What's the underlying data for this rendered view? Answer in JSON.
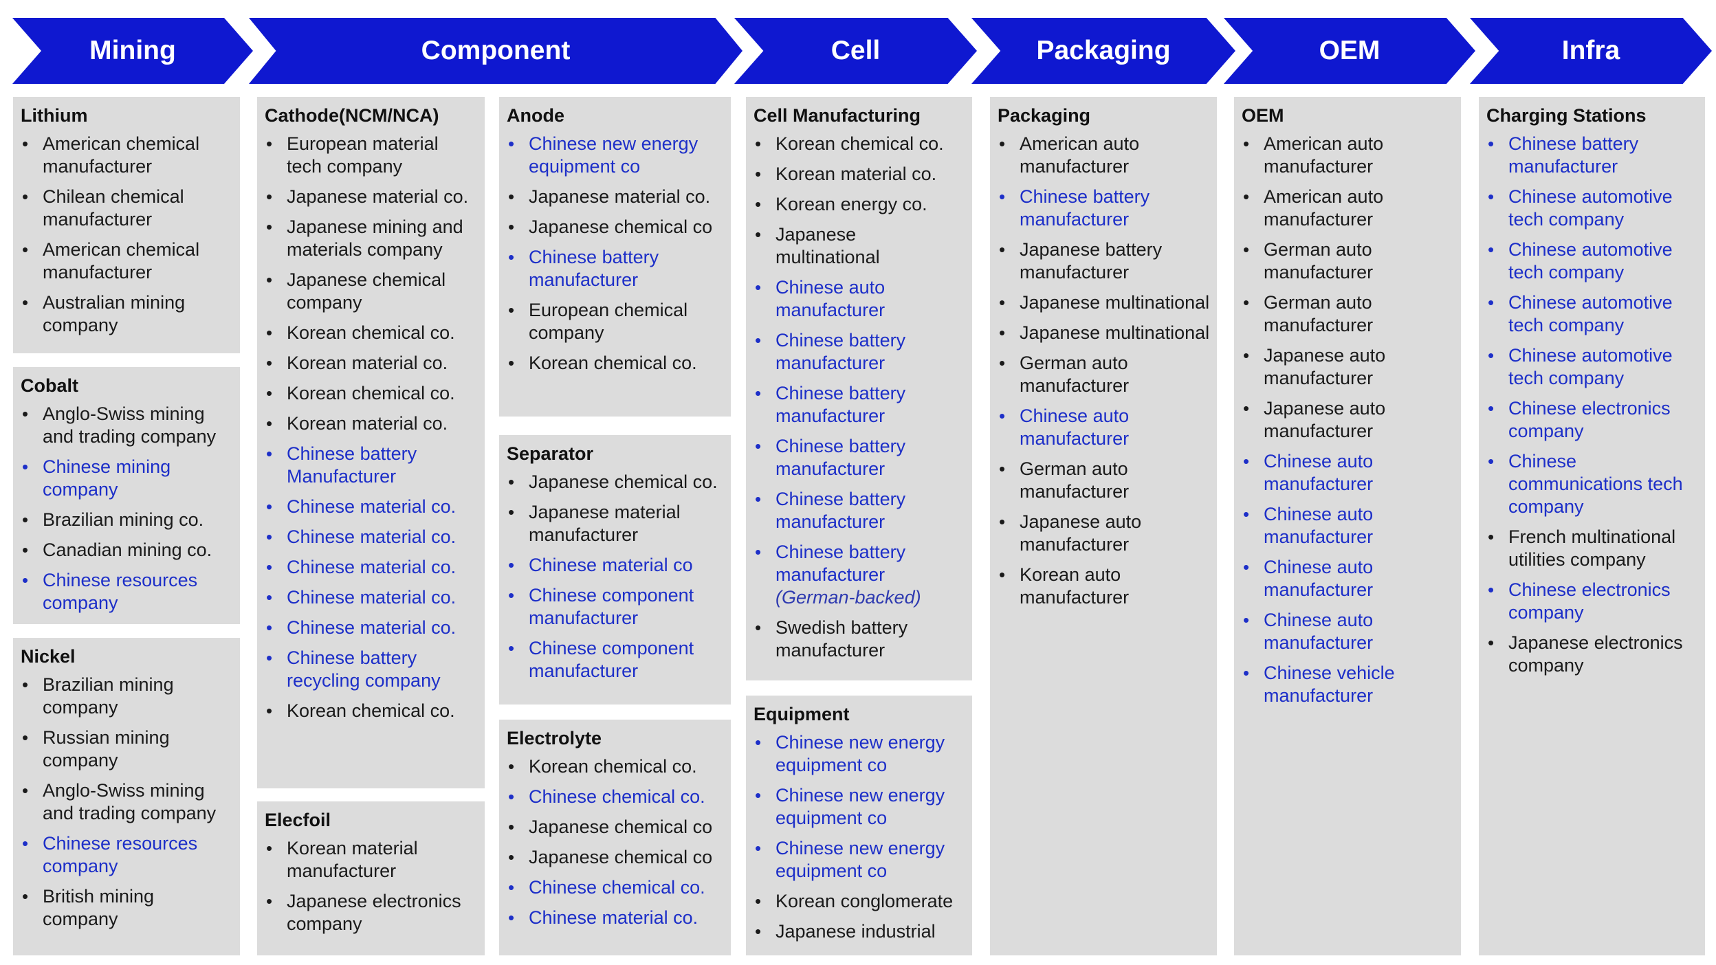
{
  "stages": [
    "Mining",
    "Component",
    "Cell",
    "Packaging",
    "OEM",
    "Infra"
  ],
  "colors": {
    "arrow": "#0f18d0",
    "box": "#dcdcdc",
    "chinese_text": "#1d2fc8",
    "text": "#1a1a1a"
  },
  "sections": [
    {
      "key": "lithium",
      "title": "Lithium",
      "items": [
        {
          "text": "American chemical manufacturer"
        },
        {
          "text": "Chilean chemical manufacturer"
        },
        {
          "text": "American chemical manufacturer"
        },
        {
          "text": "Australian mining company"
        }
      ]
    },
    {
      "key": "cobalt",
      "title": "Cobalt",
      "items": [
        {
          "text": "Anglo-Swiss mining and trading company"
        },
        {
          "text": "Chinese mining company",
          "cn": true
        },
        {
          "text": "Brazilian mining co."
        },
        {
          "text": "Canadian mining co."
        },
        {
          "text": "Chinese resources company",
          "cn": true
        }
      ]
    },
    {
      "key": "nickel",
      "title": "Nickel",
      "items": [
        {
          "text": "Brazilian mining company"
        },
        {
          "text": "Russian mining company"
        },
        {
          "text": "Anglo-Swiss mining and trading company"
        },
        {
          "text": "Chinese resources company",
          "cn": true
        },
        {
          "text": "British mining company"
        }
      ]
    },
    {
      "key": "cathode",
      "title": "Cathode(NCM/NCA)",
      "items": [
        {
          "text": "European material tech company"
        },
        {
          "text": "Japanese material co."
        },
        {
          "text": "Japanese mining and materials company"
        },
        {
          "text": "Japanese chemical company"
        },
        {
          "text": "Korean chemical co."
        },
        {
          "text": "Korean material co."
        },
        {
          "text": "Korean chemical co."
        },
        {
          "text": "Korean material co."
        },
        {
          "text": "Chinese battery Manufacturer",
          "cn": true
        },
        {
          "text": "Chinese material co.",
          "cn": true
        },
        {
          "text": "Chinese material co.",
          "cn": true
        },
        {
          "text": "Chinese material co.",
          "cn": true
        },
        {
          "text": "Chinese material co.",
          "cn": true
        },
        {
          "text": "Chinese material co.",
          "cn": true
        },
        {
          "text": "Chinese battery recycling company",
          "cn": true
        },
        {
          "text": "Korean chemical co."
        }
      ]
    },
    {
      "key": "elecfoil",
      "title": "Elecfoil",
      "items": [
        {
          "text": "Korean material manufacturer"
        },
        {
          "text": "Japanese electronics company"
        }
      ]
    },
    {
      "key": "anode",
      "title": "Anode",
      "items": [
        {
          "text": "Chinese new energy equipment co",
          "cn": true
        },
        {
          "text": "Japanese material co."
        },
        {
          "text": "Japanese chemical co"
        },
        {
          "text": "Chinese battery manufacturer",
          "cn": true
        },
        {
          "text": "European chemical company"
        },
        {
          "text": "Korean chemical co."
        }
      ]
    },
    {
      "key": "separator",
      "title": "Separator",
      "items": [
        {
          "text": "Japanese chemical co."
        },
        {
          "text": "Japanese material manufacturer"
        },
        {
          "text": "Chinese material co",
          "cn": true
        },
        {
          "text": "Chinese component manufacturer",
          "cn": true
        },
        {
          "text": "Chinese component manufacturer",
          "cn": true
        }
      ]
    },
    {
      "key": "electrolyte",
      "title": "Electrolyte",
      "items": [
        {
          "text": "Korean chemical co."
        },
        {
          "text": "Chinese chemical co.",
          "cn": true
        },
        {
          "text": "Japanese chemical co"
        },
        {
          "text": "Japanese chemical co"
        },
        {
          "text": "Chinese chemical co.",
          "cn": true
        },
        {
          "text": "Chinese material co.",
          "cn": true
        }
      ]
    },
    {
      "key": "cell_mfg",
      "title": "Cell Manufacturing",
      "items": [
        {
          "text": "Korean chemical co."
        },
        {
          "text": "Korean material co."
        },
        {
          "text": "Korean energy co."
        },
        {
          "text": "Japanese multinational"
        },
        {
          "text": "Chinese auto manufacturer",
          "cn": true
        },
        {
          "text": "Chinese battery manufacturer",
          "cn": true
        },
        {
          "text": "Chinese battery manufacturer",
          "cn": true
        },
        {
          "text": "Chinese battery manufacturer",
          "cn": true
        },
        {
          "text": "Chinese battery manufacturer",
          "cn": true
        },
        {
          "text": "Chinese battery manufacturer",
          "cn": true,
          "note": "(German-backed)"
        },
        {
          "text": "Swedish battery manufacturer"
        }
      ]
    },
    {
      "key": "equipment",
      "title": "Equipment",
      "items": [
        {
          "text": "Chinese new energy equipment co",
          "cn": true
        },
        {
          "text": "Chinese new energy equipment co",
          "cn": true
        },
        {
          "text": "Chinese new energy equipment co",
          "cn": true
        },
        {
          "text": "Korean conglomerate"
        },
        {
          "text": "Japanese industrial"
        }
      ]
    },
    {
      "key": "packaging",
      "title": "Packaging",
      "items": [
        {
          "text": "American auto manufacturer"
        },
        {
          "text": "Chinese battery manufacturer",
          "cn": true
        },
        {
          "text": "Japanese battery manufacturer"
        },
        {
          "text": "Japanese multinational"
        },
        {
          "text": "Japanese multinational"
        },
        {
          "text": "German auto manufacturer"
        },
        {
          "text": "Chinese auto manufacturer",
          "cn": true
        },
        {
          "text": "German auto manufacturer"
        },
        {
          "text": "Japanese auto manufacturer"
        },
        {
          "text": "Korean auto manufacturer"
        }
      ]
    },
    {
      "key": "oem",
      "title": "OEM",
      "items": [
        {
          "text": "American auto manufacturer"
        },
        {
          "text": "American auto manufacturer"
        },
        {
          "text": "German auto manufacturer"
        },
        {
          "text": "German auto manufacturer"
        },
        {
          "text": "Japanese auto manufacturer"
        },
        {
          "text": "Japanese auto manufacturer"
        },
        {
          "text": "Chinese auto manufacturer",
          "cn": true
        },
        {
          "text": "Chinese auto manufacturer",
          "cn": true
        },
        {
          "text": "Chinese auto manufacturer",
          "cn": true
        },
        {
          "text": "Chinese auto manufacturer",
          "cn": true
        },
        {
          "text": "Chinese vehicle manufacturer",
          "cn": true
        }
      ]
    },
    {
      "key": "charging",
      "title": "Charging Stations",
      "items": [
        {
          "text": "Chinese battery manufacturer",
          "cn": true
        },
        {
          "text": "Chinese automotive tech company",
          "cn": true
        },
        {
          "text": "Chinese automotive tech company",
          "cn": true
        },
        {
          "text": "Chinese automotive tech company",
          "cn": true
        },
        {
          "text": "Chinese automotive tech company",
          "cn": true
        },
        {
          "text": "Chinese electronics company",
          "cn": true
        },
        {
          "text": "Chinese communications tech company",
          "cn": true
        },
        {
          "text": "French multinational utilities company"
        },
        {
          "text": "Chinese electronics company",
          "cn": true
        },
        {
          "text": "Japanese electronics company"
        }
      ]
    }
  ]
}
